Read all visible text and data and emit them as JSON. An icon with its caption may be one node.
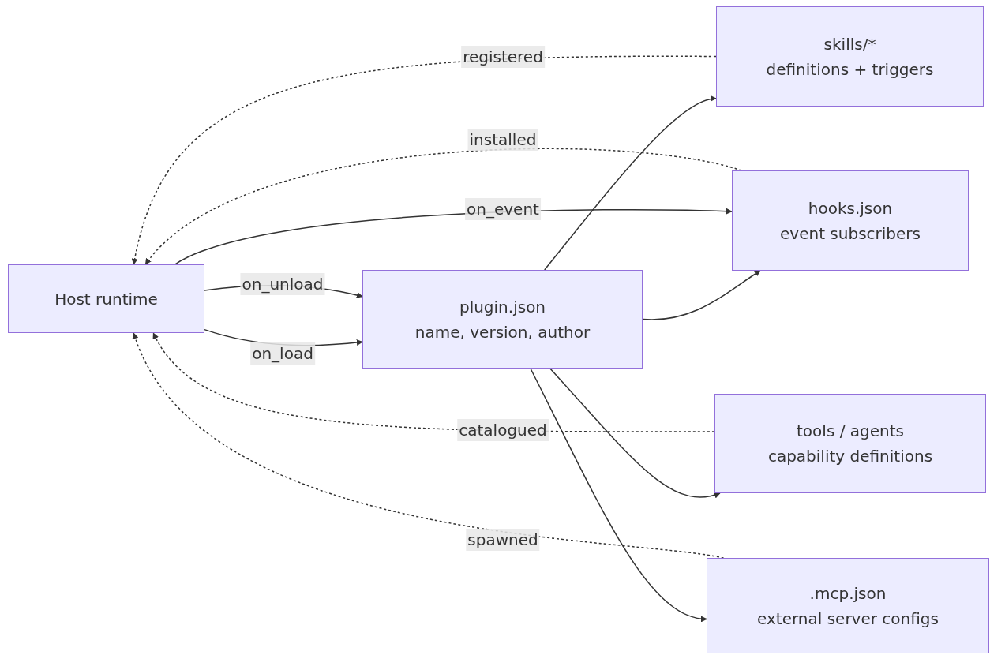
{
  "diagram": {
    "nodes": [
      {
        "text": [
          "Host runtime"
        ]
      },
      {
        "text": [
          "plugin.json",
          "name, version, author"
        ]
      },
      {
        "text": [
          "skills/*",
          "definitions + triggers"
        ]
      },
      {
        "text": [
          "hooks.json",
          "event subscribers"
        ]
      },
      {
        "text": [
          "tools / agents",
          "capability definitions"
        ]
      },
      {
        "text": [
          ".mcp.json",
          "external server configs"
        ]
      }
    ],
    "edges": [
      {
        "from": 0,
        "to": 1,
        "arrow": "to",
        "label": "on_unload"
      },
      {
        "from": 0,
        "to": 1,
        "arrow": "to",
        "label": "on_load"
      },
      {
        "from": 0,
        "to": 3,
        "arrow": "to",
        "label": "on_event"
      },
      {
        "from": 1,
        "to": 2,
        "arrow": "to"
      },
      {
        "from": 1,
        "to": 3,
        "arrow": "to"
      },
      {
        "from": 1,
        "to": 4,
        "arrow": "to"
      },
      {
        "from": 1,
        "to": 5,
        "arrow": "to"
      },
      {
        "from": 2,
        "to": 0,
        "arrow": "to",
        "label": "registered",
        "style": "dashed"
      },
      {
        "from": 3,
        "to": 0,
        "arrow": "to",
        "label": "installed",
        "style": "dashed"
      },
      {
        "from": 4,
        "to": 0,
        "arrow": "to",
        "label": "catalogued",
        "style": "dashed"
      },
      {
        "from": 5,
        "to": 0,
        "arrow": "to",
        "label": "spawned",
        "style": "dashed"
      }
    ]
  }
}
